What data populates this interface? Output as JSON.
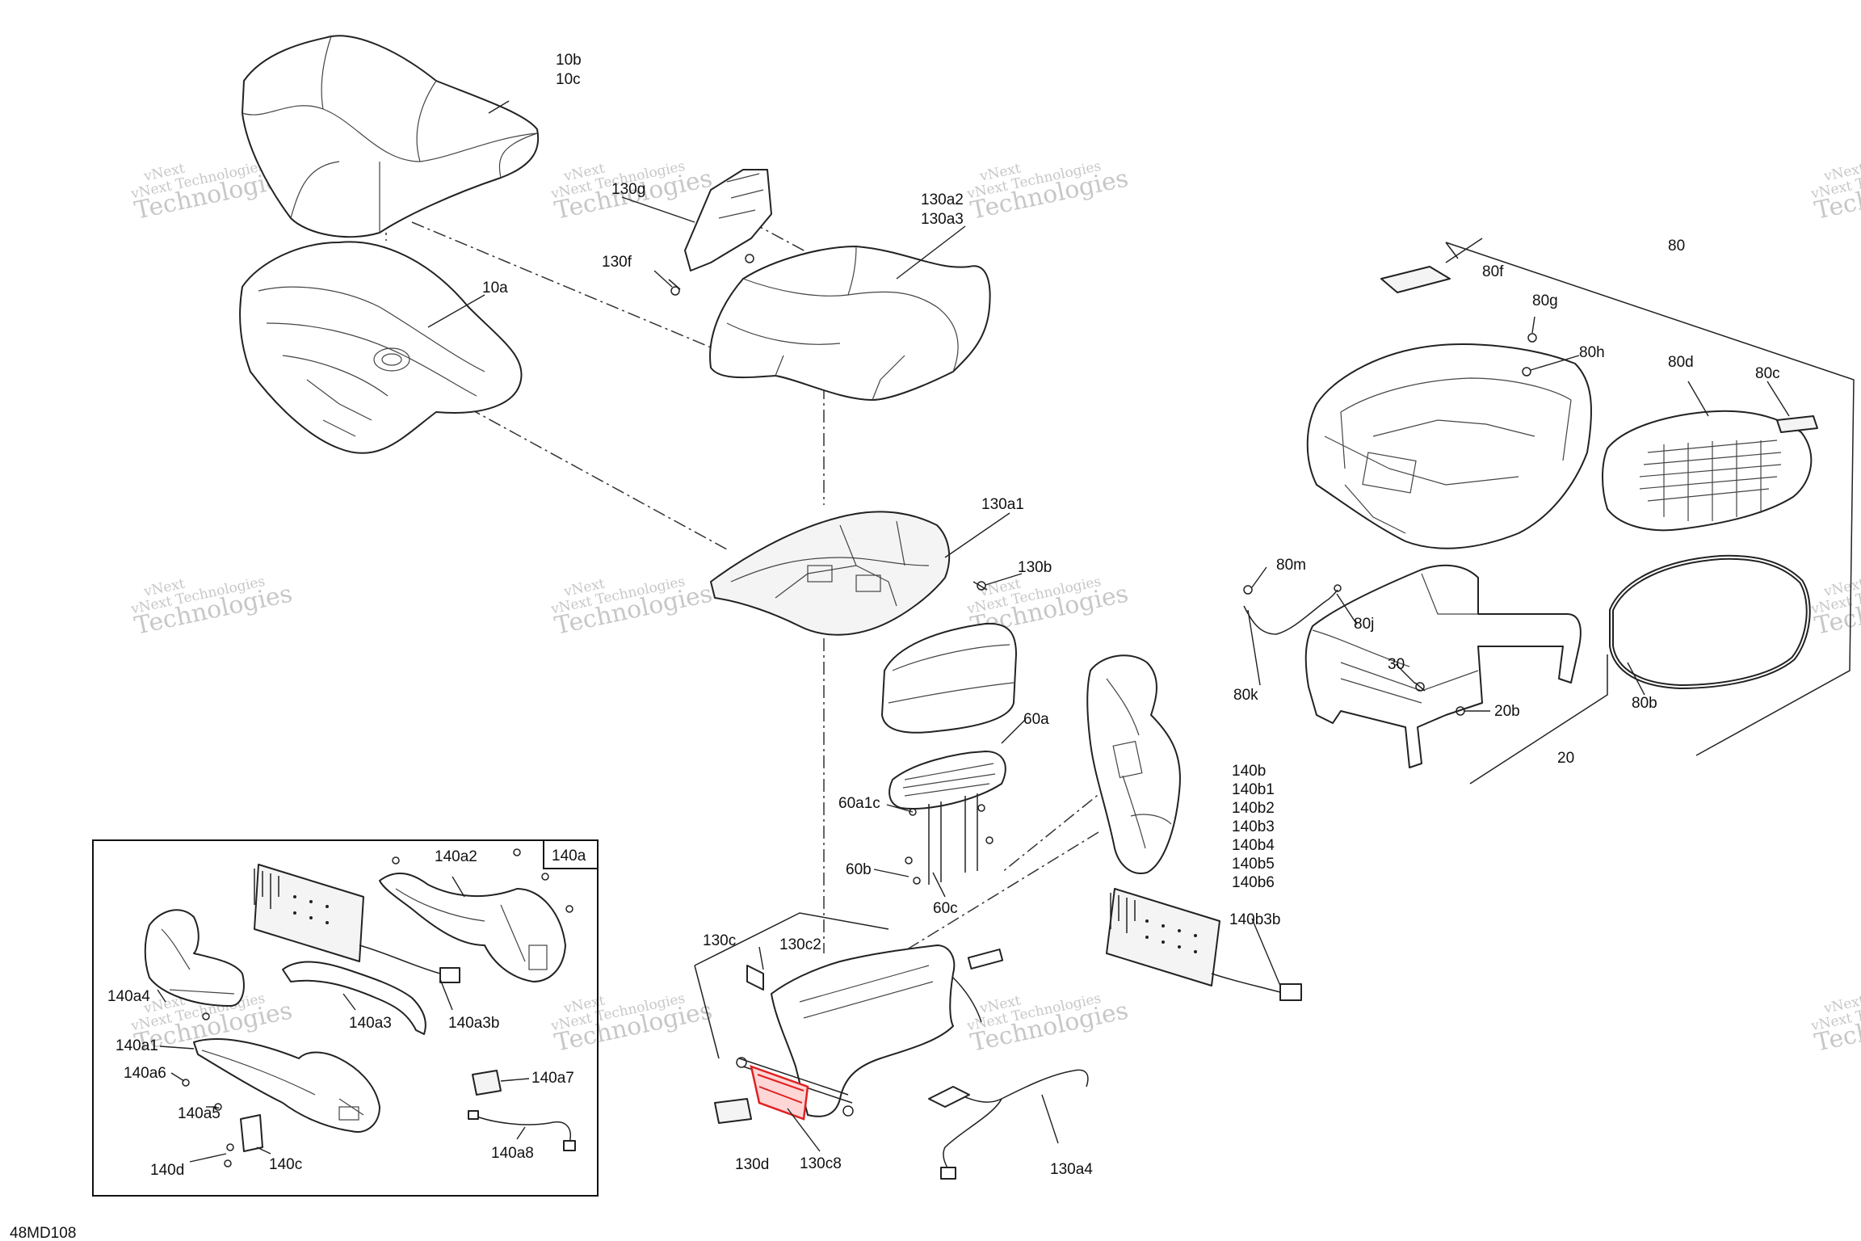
{
  "diagram": {
    "code": "48MD108",
    "inset_label": "140a",
    "watermark": {
      "line1": "vNext",
      "line2": "Technologies",
      "line3": "vNext Technologies"
    },
    "callouts": [
      "10b",
      "10c",
      "10a",
      "130g",
      "130f",
      "130a2",
      "130a3",
      "130a1",
      "130b",
      "60a",
      "60a1c",
      "60b",
      "60c",
      "140b",
      "140b1",
      "140b2",
      "140b3",
      "140b4",
      "140b5",
      "140b6",
      "140b3b",
      "130c",
      "130c2",
      "130d",
      "130c8",
      "130a4",
      "80",
      "80f",
      "80g",
      "80h",
      "80d",
      "80c",
      "80m",
      "80j",
      "80k",
      "30",
      "20b",
      "20",
      "80b",
      "140a2",
      "140a4",
      "140a3",
      "140a3b",
      "140a1",
      "140a6",
      "140a5",
      "140a7",
      "140a8",
      "140d",
      "140c"
    ],
    "colors": {
      "line": "#222222",
      "highlight": "#e02020",
      "highlight_fill": "#ffd6d6",
      "watermark": "#9a9a9a"
    }
  }
}
